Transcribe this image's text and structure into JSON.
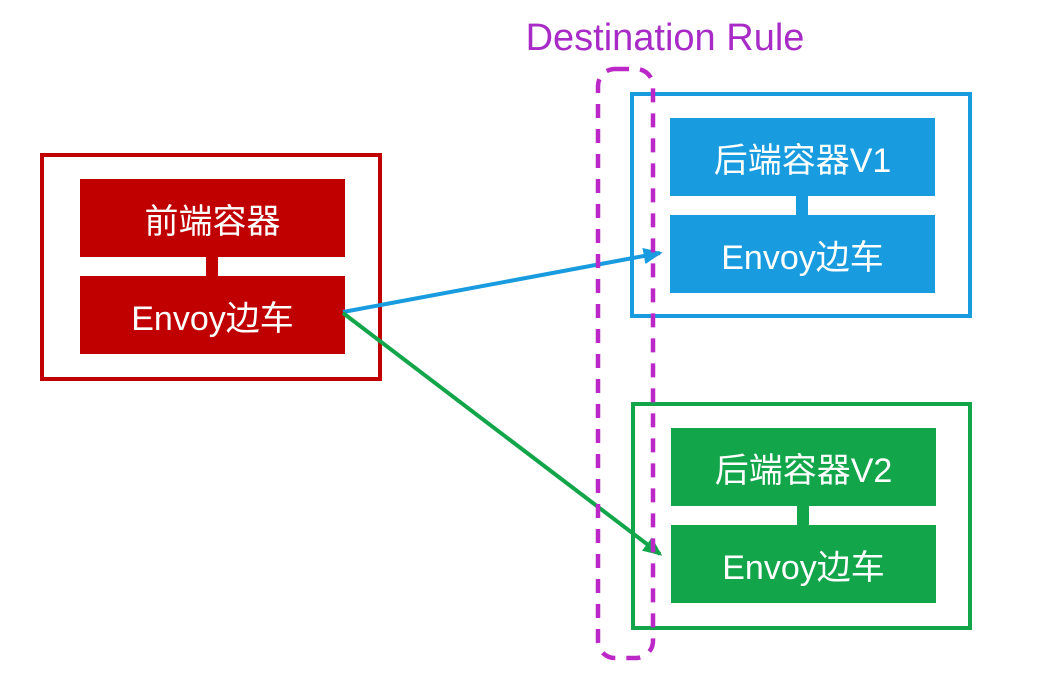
{
  "title": "Destination Rule",
  "colors": {
    "red": "#C00000",
    "blue": "#189CDF",
    "green": "#12A54A",
    "magenta": "#BC28C8",
    "title_purple": "#A82BC8",
    "white": "#FFFFFF"
  },
  "groups": {
    "frontend": {
      "container_label": "前端容器",
      "sidecar_label": "Envoy边车"
    },
    "backend_v1": {
      "container_label": "后端容器V1",
      "sidecar_label": "Envoy边车"
    },
    "backend_v2": {
      "container_label": "后端容器V2",
      "sidecar_label": "Envoy边车"
    }
  },
  "arrows": [
    {
      "name": "route-to-v1",
      "from": "frontend Envoy sidecar",
      "to": "backend V1 Envoy sidecar",
      "color": "#189CDF"
    },
    {
      "name": "route-to-v2",
      "from": "frontend Envoy sidecar",
      "to": "backend V2 Envoy sidecar",
      "color": "#12A54A"
    }
  ]
}
